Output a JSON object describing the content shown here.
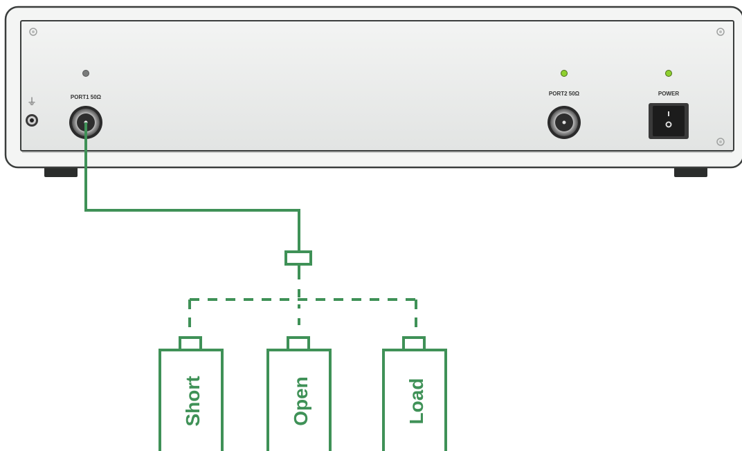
{
  "instrument": {
    "port1_label": "PORT1 50Ω",
    "port2_label": "PORT2 50Ω",
    "power_label": "POWER",
    "ground_symbol": "⏚",
    "port1_led": "off",
    "port2_led": "on",
    "power_led": "on"
  },
  "standards": [
    {
      "label": "Short"
    },
    {
      "label": "Open"
    },
    {
      "label": "Load"
    }
  ],
  "colors": {
    "cable": "#3f9157",
    "panel": "#e9ebea",
    "panel_border": "#3a3d3c",
    "led_on": "#8ed02e",
    "led_off": "#7a7c7b",
    "connector": "#2b2b2b"
  },
  "icons": {
    "ground": "ground-icon",
    "power_switch": "power-switch-icon",
    "screw": "screw-icon"
  }
}
